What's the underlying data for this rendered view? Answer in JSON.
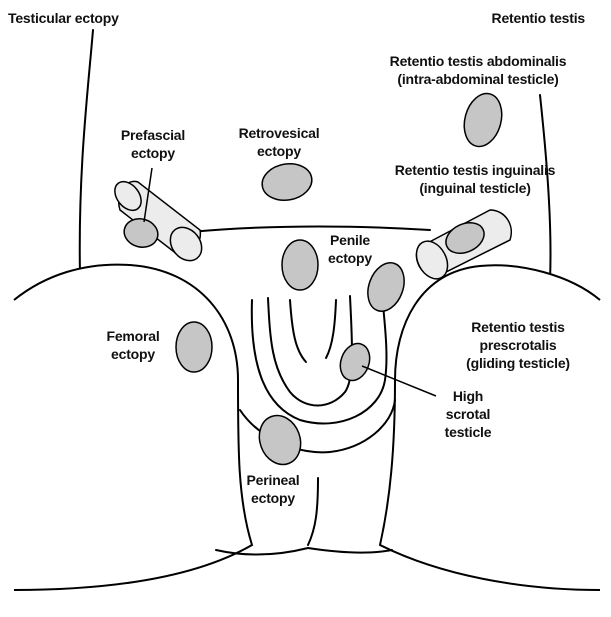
{
  "labels": {
    "testicular_ectopy": "Testicular ectopy",
    "retentio_testis": "Retentio testis",
    "abdominalis_1": "Retentio testis abdominalis",
    "abdominalis_2": "(intra-abdominal testicle)",
    "prefascial_1": "Prefascial",
    "prefascial_2": "ectopy",
    "retrovesical_1": "Retrovesical",
    "retrovesical_2": "ectopy",
    "inguinalis_1": "Retentio testis inguinalis",
    "inguinalis_2": "(inguinal testicle)",
    "penile_1": "Penile",
    "penile_2": "ectopy",
    "femoral_1": "Femoral",
    "femoral_2": "ectopy",
    "prescrotalis_1": "Retentio testis",
    "prescrotalis_2": "prescrotalis",
    "prescrotalis_3": "(gliding testicle)",
    "high_scrotal_1": "High",
    "high_scrotal_2": "scrotal",
    "high_scrotal_3": "testicle",
    "perineal_1": "Perineal",
    "perineal_2": "ectopy"
  },
  "colors": {
    "testicle_fill": "#c6c6c6",
    "canal_fill": "#ececec",
    "line": "#000000"
  }
}
